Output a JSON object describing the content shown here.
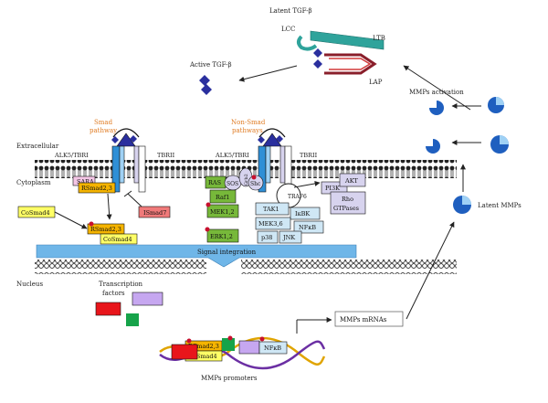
{
  "labels": {
    "latent_tgf": "Latent TGF-β",
    "lcc": "LCC",
    "ltb": "LTB",
    "lap": "LAP",
    "active_tgf": "Active TGF-β",
    "mmps_activation": "MMPs activation",
    "latent_mmps": "Latent MMPs",
    "smad_pathway_1": "Smad",
    "smad_pathway_2": "pathway",
    "non_smad_1": "Non-Smad",
    "non_smad_2": "pathways",
    "extracellular": "Extracellular",
    "cytoplasm": "Cytoplasm",
    "nucleus": "Nucleus",
    "alk5_left": "ALK5/TBRI",
    "tbrii_left": "TBRII",
    "alk5_right": "ALK5/TBRI",
    "tbrii_right": "TBRII",
    "sara": "SARA",
    "rsmad_top": "RSmad2,3",
    "cosmad4_left": "CoSmad4",
    "ismad7": "ISmad7",
    "rsmad_complex": "RSmad2,3",
    "cosmad4_complex": "CoSmad4",
    "ras": "RAS",
    "sos": "SOS",
    "grb2": "Grb2",
    "shc": "Shc",
    "traf6": "TRAF6",
    "raf1": "Raf1",
    "mek12": "MEK1,2",
    "erk12": "ERK1,2",
    "tak1": "TAK1",
    "ikbk": "IκBK",
    "mek36": "MEK3,6",
    "nfkb_cyto": "NFκB",
    "p38": "p38",
    "jnk": "JNK",
    "pi3k": "PI3K",
    "akt": "AKT",
    "rho_1": "Rho",
    "rho_2": "GTPases",
    "signal_integration": "Signal integration",
    "transcription_1": "Transcription",
    "transcription_2": "factors",
    "mmps_mrnas": "MMPs mRNAs",
    "rsmad_dna": "RSmad2,3",
    "cosmad4_dna": "CoSmad4",
    "nfkb_dna": "NFκB",
    "mmps_promoters": "MMPs promoters"
  },
  "colors": {
    "smad_label": "#e07b22",
    "sara": "#f4c6e6",
    "rsmad": "#f5b400",
    "cosmad4": "#ffff66",
    "ismad7": "#f07a7a",
    "ras_cascade": "#77b83a",
    "non_smad_box": "#cfe7f5",
    "pi3k_box": "#d7d3ee",
    "signal_bar": "#6fb6e8",
    "receptor_blue": "#2f8fd6",
    "ligand": "#2a2f9e",
    "mmp": "#1f5fbf",
    "tf_red": "#e8151b",
    "tf_green": "#16a34a",
    "tf_violet": "#c6a7f0",
    "phospho": "#c8102e"
  }
}
